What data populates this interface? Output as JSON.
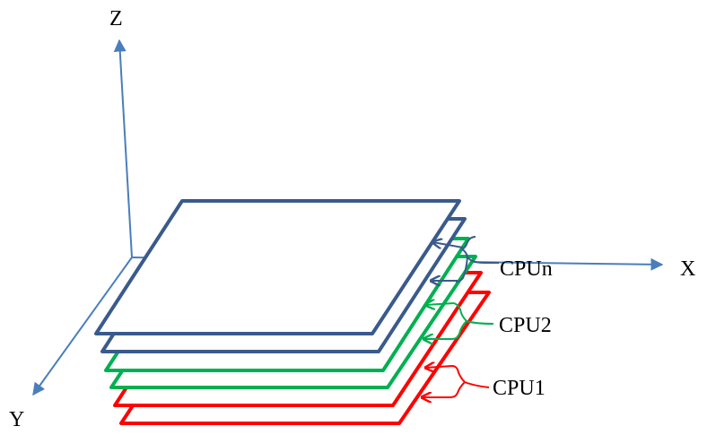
{
  "axes": {
    "x_label": "X",
    "y_label": "Y",
    "z_label": "Z",
    "color": "#4a7ebb"
  },
  "layers": [
    {
      "label": "CPU1",
      "color": "#ff0000",
      "count": 2
    },
    {
      "label": "CPU2",
      "color": "#00b050",
      "count": 2
    },
    {
      "label": "CPUn",
      "color": "#3a5a8c",
      "count": 2
    }
  ]
}
